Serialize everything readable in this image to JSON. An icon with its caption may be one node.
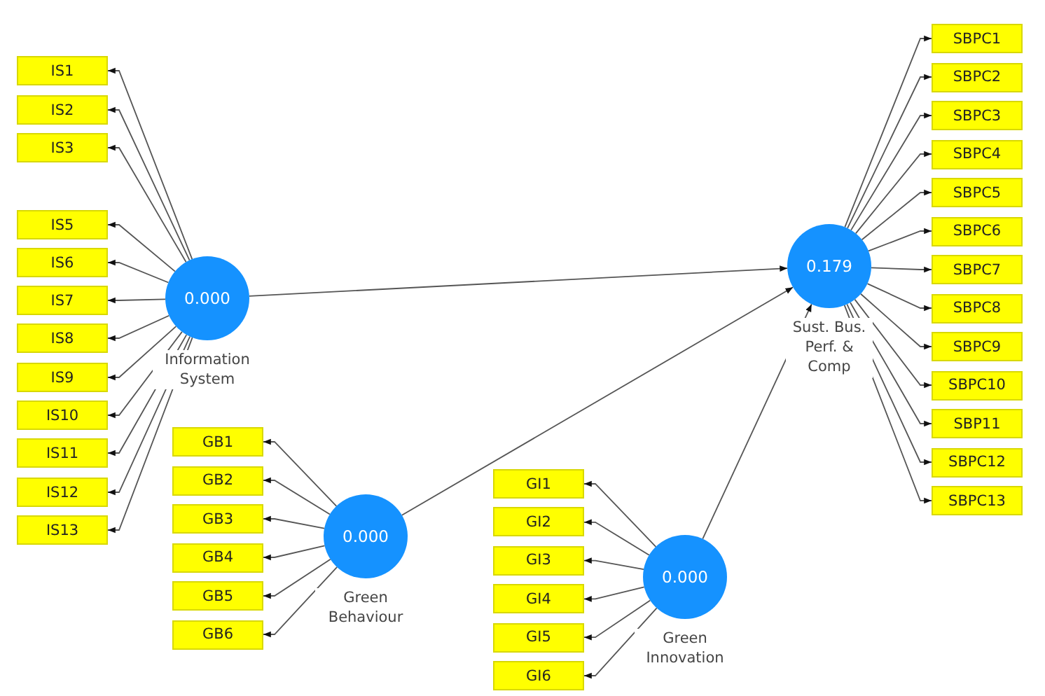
{
  "diagram": {
    "nodes": [
      {
        "text": [
          "IS1"
        ]
      },
      {
        "text": [
          "IS2"
        ]
      },
      {
        "text": [
          "IS3"
        ]
      },
      {
        "text": [
          "IS5"
        ]
      },
      {
        "text": [
          "IS6"
        ]
      },
      {
        "text": [
          "IS7"
        ]
      },
      {
        "text": [
          "IS8"
        ]
      },
      {
        "text": [
          "IS9"
        ]
      },
      {
        "text": [
          "IS10"
        ]
      },
      {
        "text": [
          "IS11"
        ]
      },
      {
        "text": [
          "IS12"
        ]
      },
      {
        "text": [
          "IS13"
        ]
      },
      {
        "text": [
          "0.000",
          "Information System"
        ]
      },
      {
        "text": [
          "SBPC1"
        ]
      },
      {
        "text": [
          "SBPC2"
        ]
      },
      {
        "text": [
          "SBPC3"
        ]
      },
      {
        "text": [
          "SBPC4"
        ]
      },
      {
        "text": [
          "SBPC5"
        ]
      },
      {
        "text": [
          "SBPC6"
        ]
      },
      {
        "text": [
          "SBPC7"
        ]
      },
      {
        "text": [
          "SBPC8"
        ]
      },
      {
        "text": [
          "SBPC9"
        ]
      },
      {
        "text": [
          "SBPC10"
        ]
      },
      {
        "text": [
          "SBP11"
        ]
      },
      {
        "text": [
          "SBPC12"
        ]
      },
      {
        "text": [
          "SBPC13"
        ]
      },
      {
        "text": [
          "0.179",
          "Sust. Bus. Perf. & Comp"
        ]
      },
      {
        "text": [
          "GB1"
        ]
      },
      {
        "text": [
          "GB2"
        ]
      },
      {
        "text": [
          "GB3"
        ]
      },
      {
        "text": [
          "GB4"
        ]
      },
      {
        "text": [
          "GB5"
        ]
      },
      {
        "text": [
          "GB6"
        ]
      },
      {
        "text": [
          "0.000",
          "Green Behaviour"
        ]
      },
      {
        "text": [
          "GI1"
        ]
      },
      {
        "text": [
          "GI2"
        ]
      },
      {
        "text": [
          "GI3"
        ]
      },
      {
        "text": [
          "GI4"
        ]
      },
      {
        "text": [
          "GI5"
        ]
      },
      {
        "text": [
          "GI6"
        ]
      },
      {
        "text": [
          "0.000",
          "Green Innovation"
        ]
      }
    ],
    "edges": [
      {
        "from": 12,
        "to": 26,
        "arrow": "to"
      },
      {
        "from": 33,
        "to": 26,
        "arrow": "to"
      },
      {
        "from": 40,
        "to": 26,
        "arrow": "to"
      },
      {
        "from": 12,
        "to": 0,
        "arrow": "to"
      },
      {
        "from": 12,
        "to": 1,
        "arrow": "to"
      },
      {
        "from": 12,
        "to": 2,
        "arrow": "to"
      },
      {
        "from": 12,
        "to": 3,
        "arrow": "to"
      },
      {
        "from": 12,
        "to": 4,
        "arrow": "to"
      },
      {
        "from": 12,
        "to": 5,
        "arrow": "to"
      },
      {
        "from": 12,
        "to": 6,
        "arrow": "to"
      },
      {
        "from": 12,
        "to": 7,
        "arrow": "to"
      },
      {
        "from": 12,
        "to": 8,
        "arrow": "to"
      },
      {
        "from": 12,
        "to": 9,
        "arrow": "to"
      },
      {
        "from": 12,
        "to": 10,
        "arrow": "to"
      },
      {
        "from": 12,
        "to": 11,
        "arrow": "to"
      },
      {
        "from": 26,
        "to": 13,
        "arrow": "to"
      },
      {
        "from": 26,
        "to": 14,
        "arrow": "to"
      },
      {
        "from": 26,
        "to": 15,
        "arrow": "to"
      },
      {
        "from": 26,
        "to": 16,
        "arrow": "to"
      },
      {
        "from": 26,
        "to": 17,
        "arrow": "to"
      },
      {
        "from": 26,
        "to": 18,
        "arrow": "to"
      },
      {
        "from": 26,
        "to": 19,
        "arrow": "to"
      },
      {
        "from": 26,
        "to": 20,
        "arrow": "to"
      },
      {
        "from": 26,
        "to": 21,
        "arrow": "to"
      },
      {
        "from": 26,
        "to": 22,
        "arrow": "to"
      },
      {
        "from": 26,
        "to": 23,
        "arrow": "to"
      },
      {
        "from": 26,
        "to": 24,
        "arrow": "to"
      },
      {
        "from": 26,
        "to": 25,
        "arrow": "to"
      },
      {
        "from": 33,
        "to": 27,
        "arrow": "to"
      },
      {
        "from": 33,
        "to": 28,
        "arrow": "to"
      },
      {
        "from": 33,
        "to": 29,
        "arrow": "to"
      },
      {
        "from": 33,
        "to": 30,
        "arrow": "to"
      },
      {
        "from": 33,
        "to": 31,
        "arrow": "to"
      },
      {
        "from": 33,
        "to": 32,
        "arrow": "to"
      },
      {
        "from": 40,
        "to": 34,
        "arrow": "to"
      },
      {
        "from": 40,
        "to": 35,
        "arrow": "to"
      },
      {
        "from": 40,
        "to": 36,
        "arrow": "to"
      },
      {
        "from": 40,
        "to": 37,
        "arrow": "to"
      },
      {
        "from": 40,
        "to": 38,
        "arrow": "to"
      },
      {
        "from": 40,
        "to": 39,
        "arrow": "to"
      }
    ]
  }
}
